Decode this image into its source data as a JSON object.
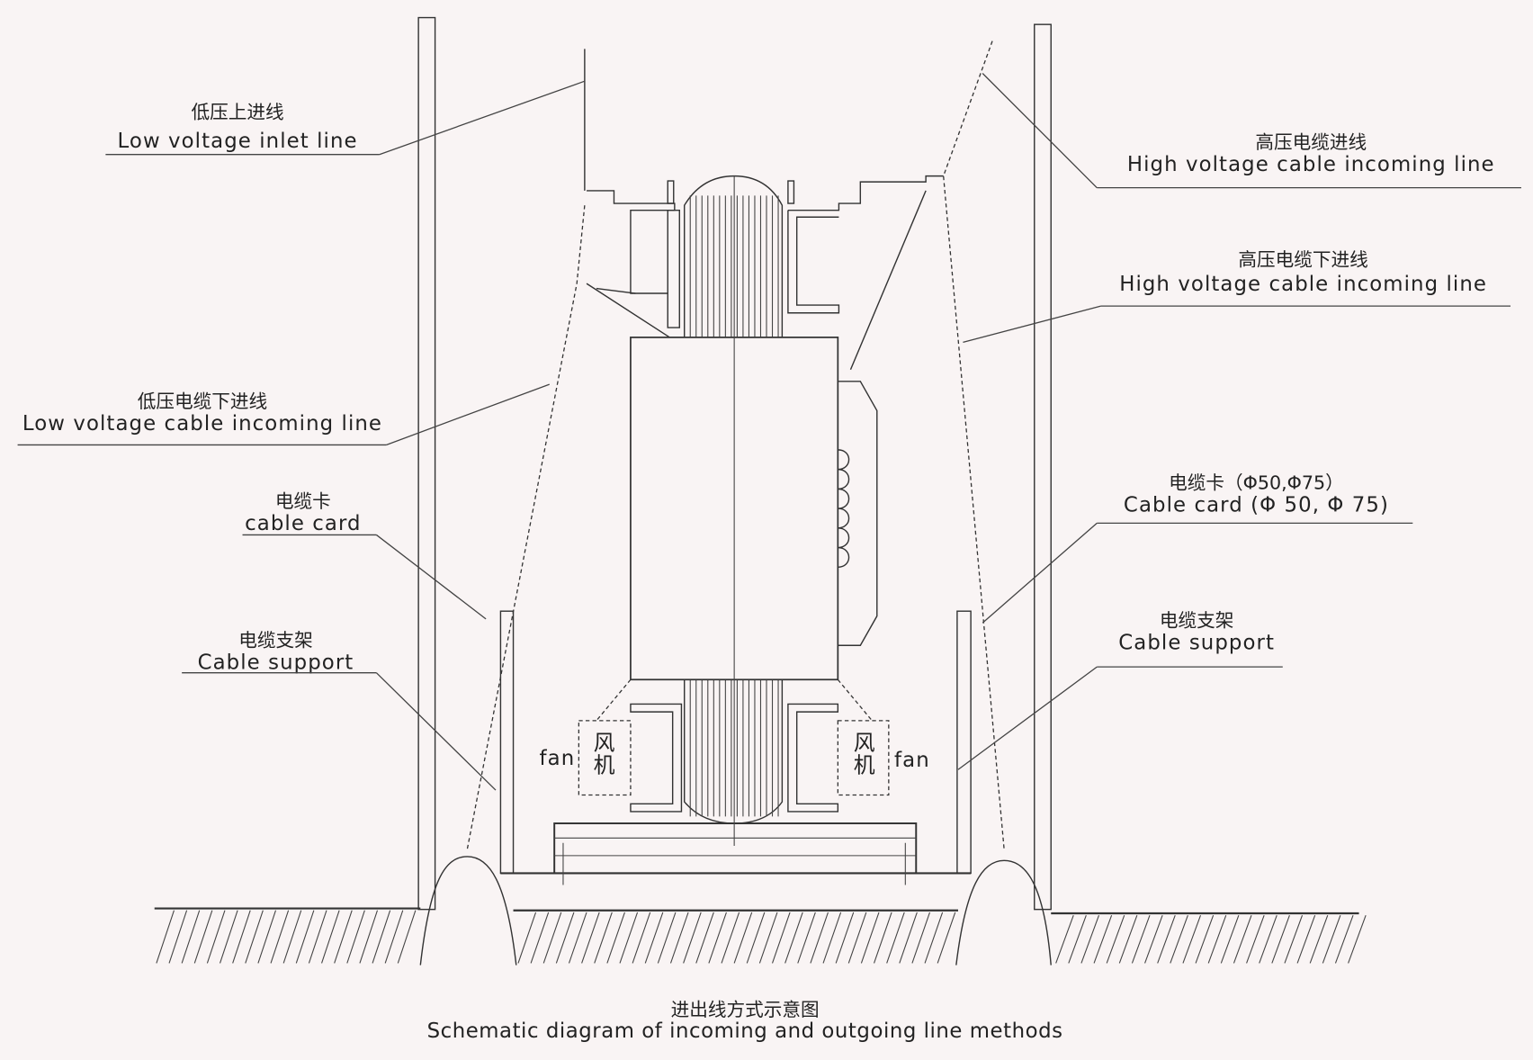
{
  "labels": {
    "lv_inlet": {
      "zh": "低压上进线",
      "en": "Low voltage inlet line"
    },
    "hv_cable_incoming": {
      "zh": "高压电缆进线",
      "en": "High voltage cable incoming line"
    },
    "hv_cable_bottom_incoming": {
      "zh": "高压电缆下进线",
      "en": "High voltage cable incoming line"
    },
    "lv_cable_bottom_incoming": {
      "zh": "低压电缆下进线",
      "en": "Low voltage cable incoming line"
    },
    "cable_card_left": {
      "zh": "电缆卡",
      "en": "cable card"
    },
    "cable_support_left": {
      "zh": "电缆支架",
      "en": "Cable support"
    },
    "cable_card_right": {
      "zh": "电缆卡（Φ50,Φ75）",
      "en": "Cable card (Φ 50, Φ 75)"
    },
    "cable_support_right": {
      "zh": "电缆支架",
      "en": "Cable support"
    },
    "fan_left": {
      "en": "fan",
      "zh1": "风",
      "zh2": "机"
    },
    "fan_right": {
      "en": "fan",
      "zh1": "风",
      "zh2": "机"
    }
  },
  "caption": {
    "zh": "进出线方式示意图",
    "en": "Schematic diagram of incoming and outgoing line methods"
  },
  "colors": {
    "background": "#f9f4f4",
    "line": "#333333"
  }
}
